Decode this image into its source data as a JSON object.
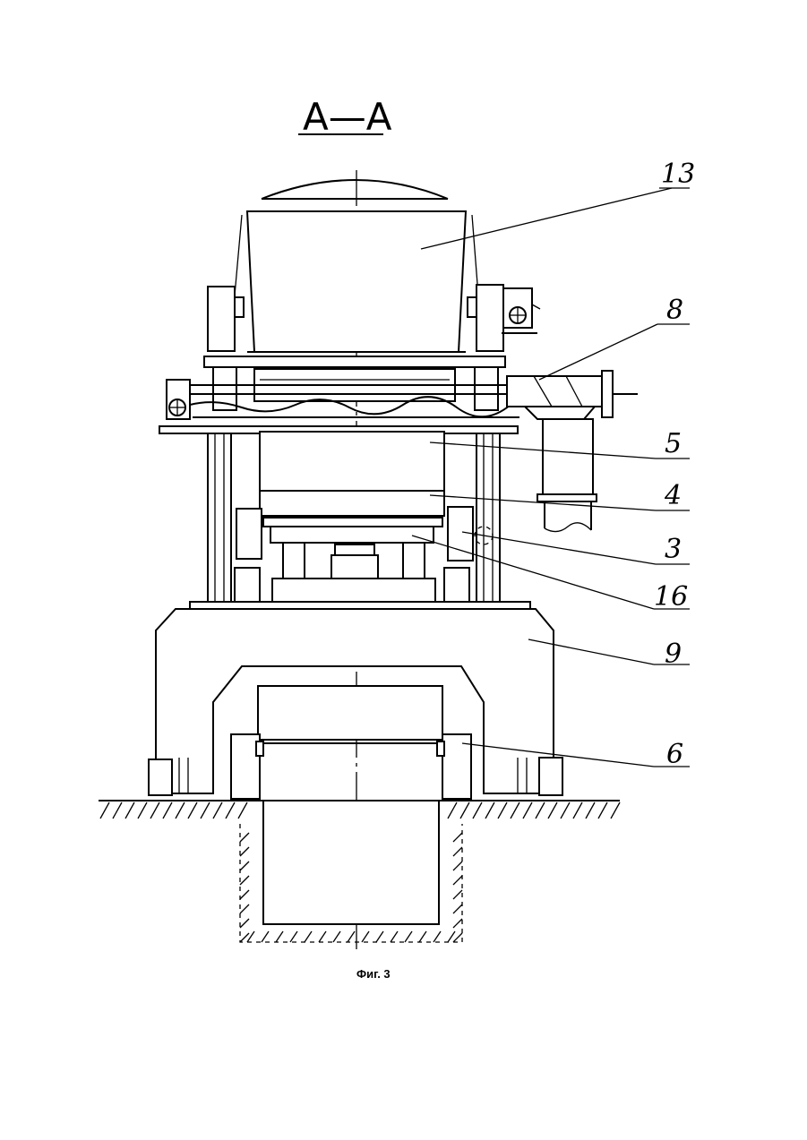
{
  "section_title": "А—А",
  "caption": "Фиг. 3",
  "callouts": [
    {
      "id": "13",
      "text": "13"
    },
    {
      "id": "8",
      "text": "8"
    },
    {
      "id": "5",
      "text": "5"
    },
    {
      "id": "4",
      "text": "4"
    },
    {
      "id": "3",
      "text": "3"
    },
    {
      "id": "16",
      "text": "16"
    },
    {
      "id": "9",
      "text": "9"
    },
    {
      "id": "6",
      "text": "6"
    }
  ]
}
